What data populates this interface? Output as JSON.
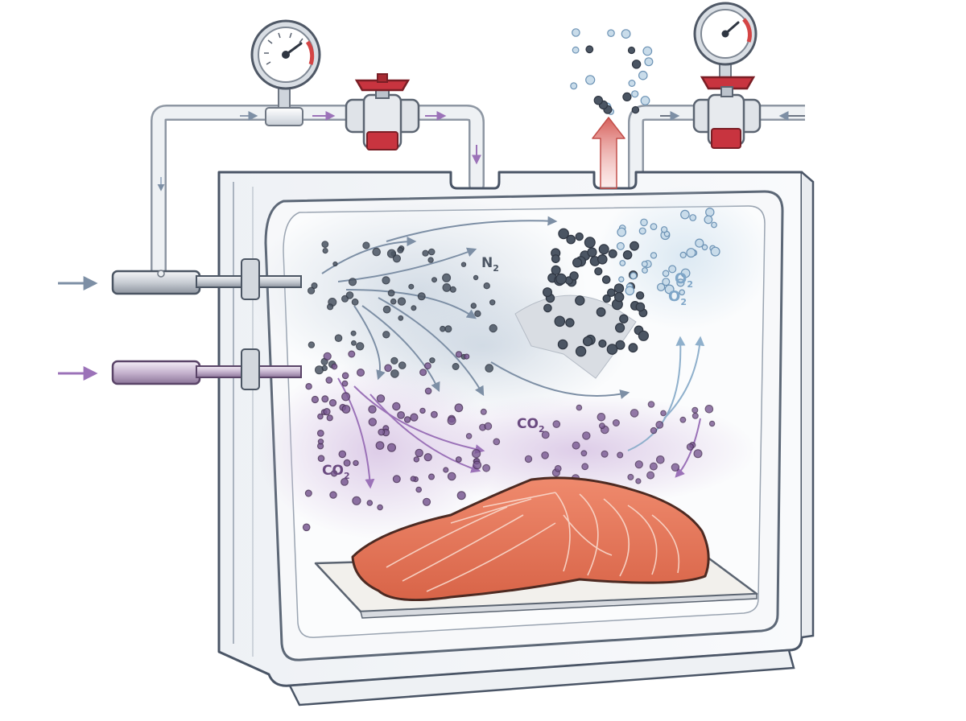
{
  "labels": {
    "nitrogen": {
      "main": "N",
      "sub": "2"
    },
    "oxygen_upper": {
      "main": "O",
      "sub": "2"
    },
    "oxygen_lower": {
      "main": "O",
      "sub": "2"
    },
    "co2_center": {
      "main": "CO",
      "sub": "2"
    },
    "co2_left": {
      "main": "CO",
      "sub": "2"
    }
  },
  "colors": {
    "chamber_wall": "#f3f5f8",
    "chamber_outline": "#4a5566",
    "pipe": "#e8ebef",
    "valve_handle": "#c8343f",
    "valve_body": "#dfe3e8",
    "nitrogen_particle": "#4b5563",
    "nitrogen_flow": "#7d8fa5",
    "co2_particle": "#7a5a93",
    "co2_flow": "#9b72b8",
    "oxygen_particle": "#c9dcea",
    "oxygen_flow": "#8fb0cc",
    "exhaust_arrow": "#d9736f",
    "salmon": "#e5785c",
    "salmon_fat_lines": "#f9d9cc",
    "tray": "#f2f0ec",
    "gauge_redzone": "#d44545"
  },
  "icons": {
    "gauge_left": "pressure-gauge-icon",
    "gauge_right": "pressure-gauge-icon",
    "valve_left": "valve-icon",
    "valve_right": "valve-icon",
    "exhaust": "exhaust-arrow-icon"
  }
}
